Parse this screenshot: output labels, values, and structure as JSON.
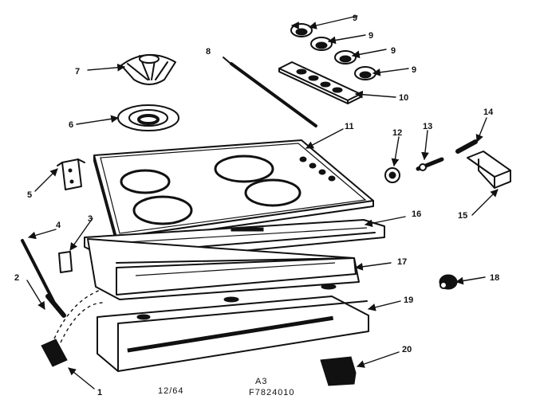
{
  "diagram": {
    "part_labels": [
      "1",
      "2",
      "3",
      "4",
      "5",
      "6",
      "7",
      "8",
      "9",
      "9",
      "9",
      "9",
      "10",
      "11",
      "12",
      "13",
      "14",
      "15",
      "16",
      "17",
      "18",
      "19",
      "20"
    ],
    "footer": {
      "page": "12/64",
      "section": "A3",
      "model": "F7824010"
    }
  }
}
